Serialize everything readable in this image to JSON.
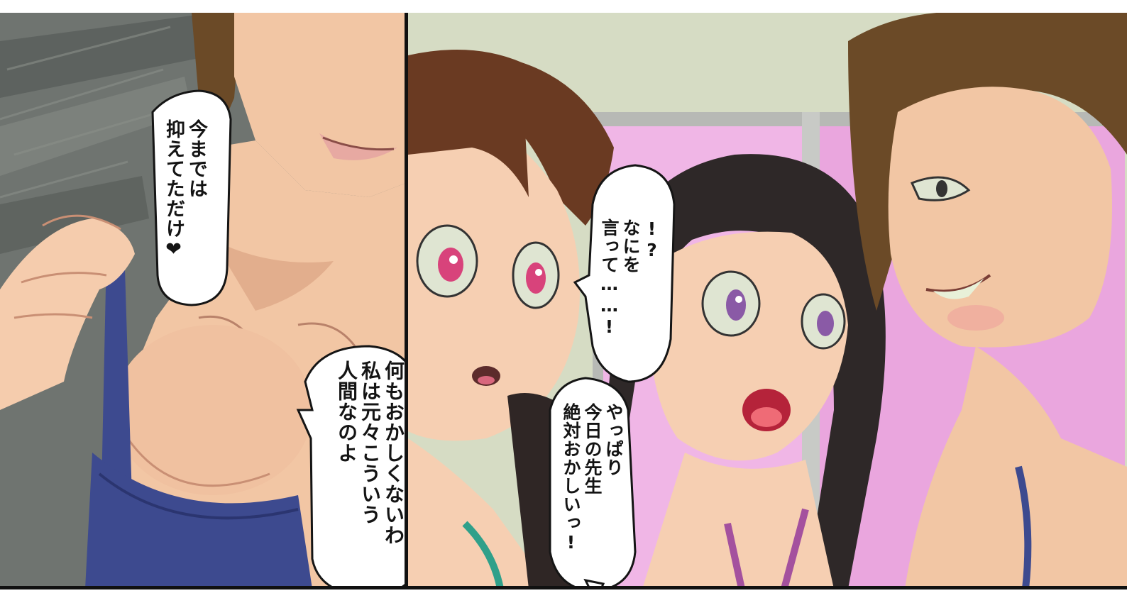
{
  "bubbles": {
    "left_top": "今までは\n抑えてただけ❤",
    "left_bottom": "何もおかしくないわ\n私は元々こういう\n人間なのよ",
    "right_top": "!?\nなにを\n言って……!",
    "right_bottom": "やっぱり\n今日の先生\n絶対おかしいっ!"
  },
  "colors": {
    "skin": "#f2c6a4",
    "skin_shadow": "#dca483",
    "bra_blue": "#3d4a8f",
    "hair_brown": "#6b4a27",
    "hair_dark": "#2e2828",
    "hair_mid": "#4b3322",
    "wall_green": "#d6dcc4",
    "wall_pink": "#f0b6e6",
    "bg_gray": "#6f7470",
    "eye_pink": "#d8437b",
    "eye_purple": "#8a5aa6"
  }
}
